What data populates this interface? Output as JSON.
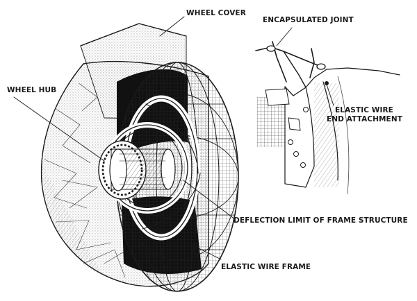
{
  "labels": {
    "wheel_cover": "WHEEL COVER",
    "encapsulated_joint": "ENCAPSULATED JOINT",
    "wheel_hub": "WHEEL HUB",
    "elastic_wire_line1": "ELASTIC WIRE",
    "elastic_wire_line2": "END ATTACHMENT",
    "deflection_limit": "DEFLECTION LIMIT OF FRAME STRUCTURE",
    "elastic_wire_frame": "ELASTIC WIRE FRAME"
  }
}
